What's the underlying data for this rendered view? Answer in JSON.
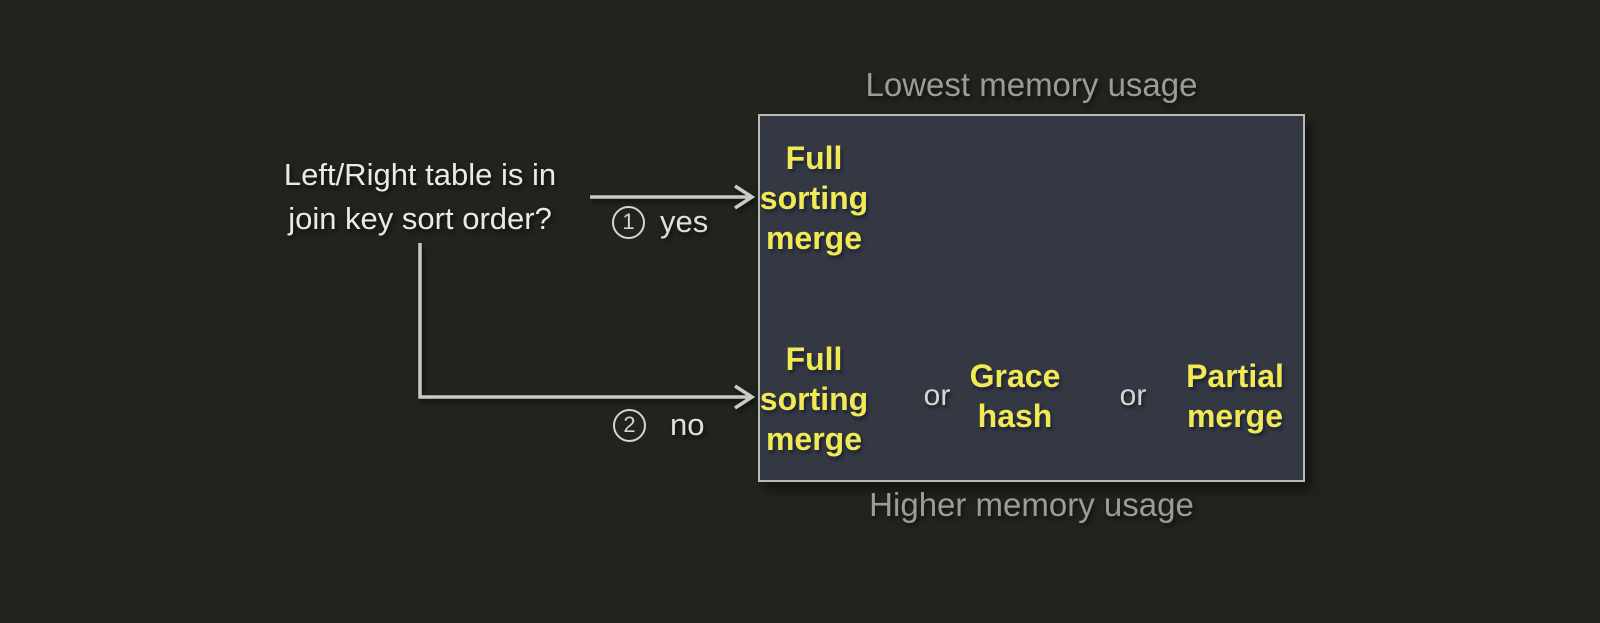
{
  "colors": {
    "background": "#22231c",
    "box_fill": "#343842",
    "box_border": "#b9bab6",
    "highlight_text": "#f2ea54",
    "question_text": "#e9eae8",
    "memory_label_text": "#9b9c98",
    "arrow": "#c9cbc8"
  },
  "question": {
    "text": "Left/Right table is in\njoin key sort order?"
  },
  "branches": [
    {
      "number": "1",
      "label": "yes"
    },
    {
      "number": "2",
      "label": "no"
    }
  ],
  "box": {
    "top_label": "Lowest memory usage",
    "bottom_label": "Higher memory usage",
    "or_label": "or",
    "sorted_option": "Full\nsorting\nmerge",
    "unsorted_options": [
      "Full\nsorting\nmerge",
      "Grace\nhash",
      "Partial\nmerge"
    ]
  }
}
